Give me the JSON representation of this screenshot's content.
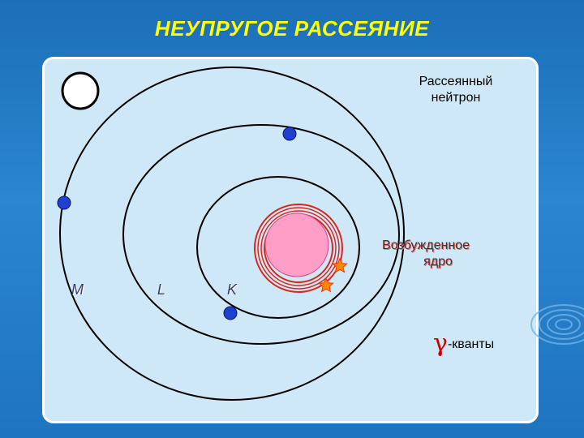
{
  "title": "НЕУПРУГОЕ РАССЕЯНИЕ",
  "labels": {
    "scattered_neutron_line1": "Рассеянный",
    "scattered_neutron_line2": "нейтрон",
    "excited_nucleus_line1": "Возбужденное",
    "excited_nucleus_line2": "ядро",
    "gamma_symbol": "γ",
    "gamma_text": "-кванты"
  },
  "shells": {
    "m": "M",
    "l": "L",
    "k": "K"
  },
  "colors": {
    "title": "#ffff00",
    "background": "#1f74bf",
    "panel": "#cfe8f7",
    "nucleus": "#ff9fc8",
    "nucleus_rings": "#d8281e",
    "electron": "#1f3fd1",
    "gamma_star": "#ff8a00",
    "gamma_symbol": "#cc0000"
  },
  "icons": {
    "neutron": "white-circle",
    "electron": "blue-dot",
    "gamma_quanta": "orange-star"
  }
}
